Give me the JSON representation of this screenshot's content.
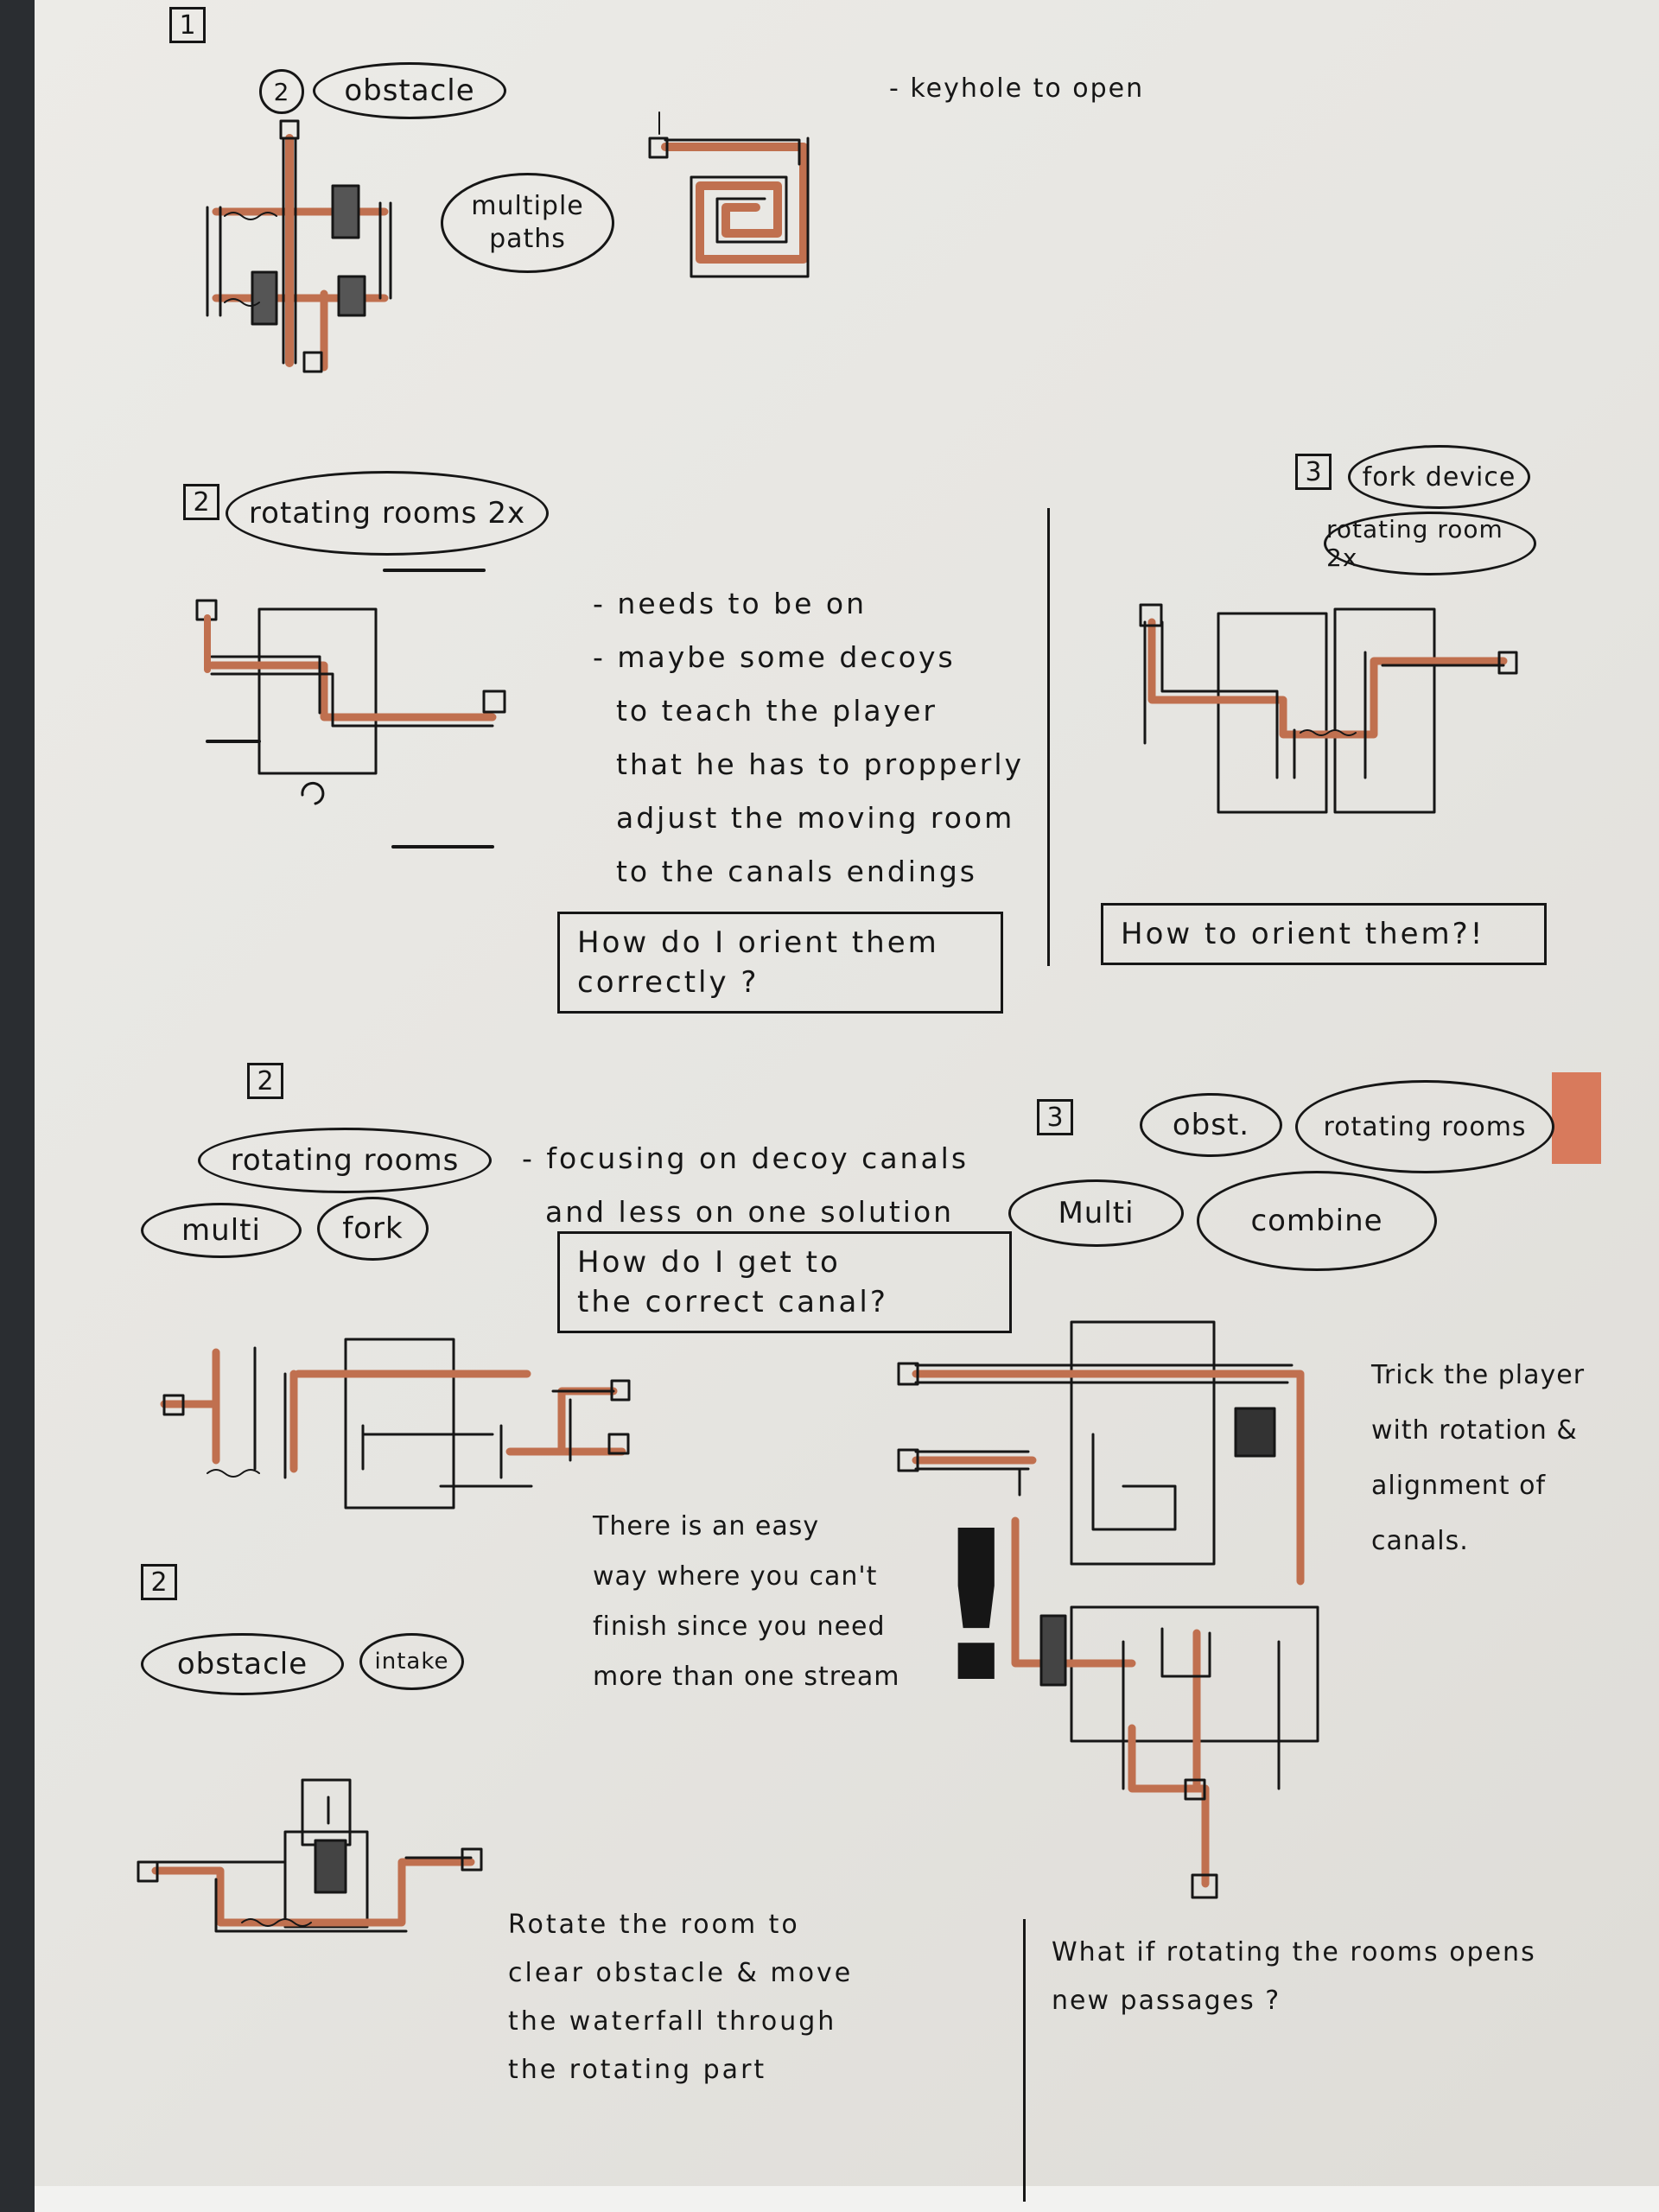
{
  "colors": {
    "ink": "#161616",
    "canal": "#c0704f",
    "paper": "#e9e8e4"
  },
  "section1": {
    "number": "1",
    "tag_number": "2",
    "tag": "obstacle",
    "bubble": "multiple paths",
    "note": "- keyhole to open"
  },
  "section2a": {
    "number": "2",
    "tag": "rotating rooms 2x",
    "notes": "- needs to be on\n- maybe some decoys\n  to teach the player\n  that he has to propperly\n  adjust the moving room\n  to the canals endings",
    "question": "How do I orient them\ncorrectly ?"
  },
  "section3a": {
    "number": "3",
    "tag": "fork device",
    "tag2": "rotating room 2x",
    "question": "How to orient them?!"
  },
  "section2b": {
    "number": "2",
    "tag": "rotating rooms",
    "tag_multi": "multi",
    "tag_fork": "fork",
    "notes": "- focusing on decoy canals\n  and less on one solution",
    "question": "How do I get to\nthe correct canal?",
    "caption": "There is an easy\nway where you can't\nfinish since you need\nmore than one stream",
    "exclaim": "!"
  },
  "section3b": {
    "number": "3",
    "tag_obst": "obst.",
    "tag_rot": "rotating rooms",
    "tag_multi": "Multi",
    "tag_combine": "combine",
    "caption": "Trick the player\nwith rotation &\nalignment of\ncanals."
  },
  "section2c": {
    "number": "2",
    "tag_obstacle": "obstacle",
    "tag_intake": "intake",
    "caption": "Rotate the room to\nclear obstacle & move\nthe waterfall through\nthe rotating part"
  },
  "closing": {
    "question": "What if rotating the rooms opens\nnew passages ?"
  }
}
